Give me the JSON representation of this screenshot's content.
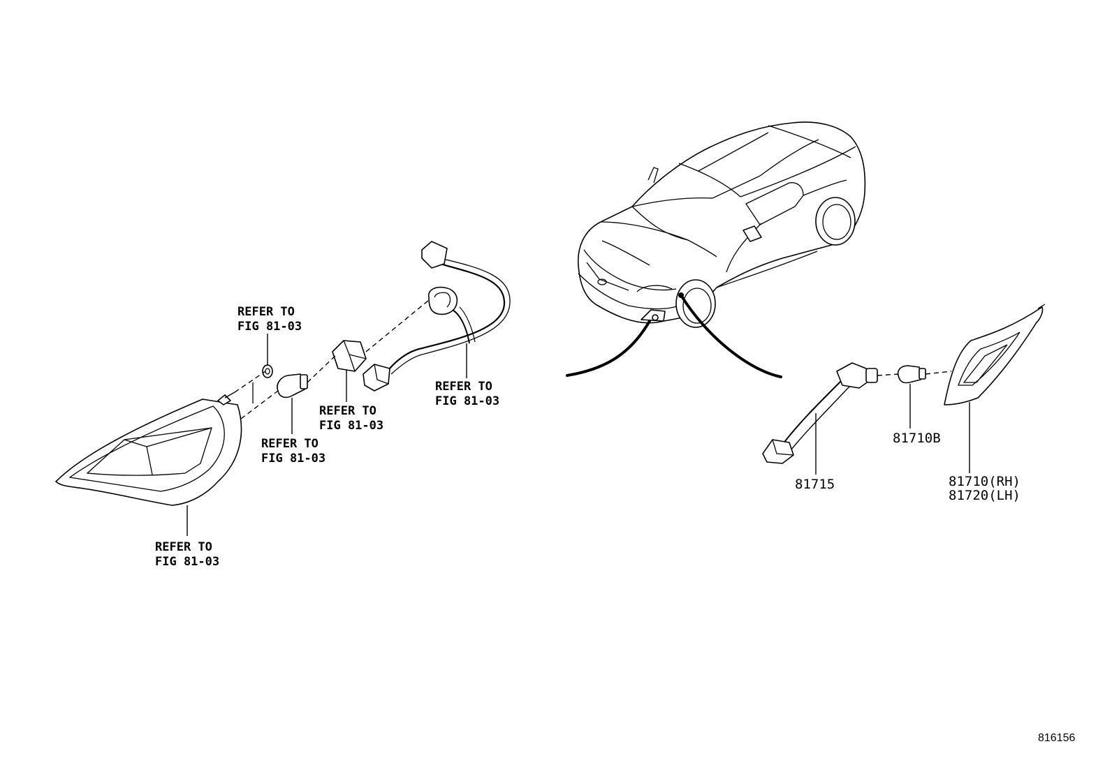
{
  "diagram": {
    "callouts": {
      "nut": {
        "line1": "REFER TO",
        "line2": "FIG 81-03"
      },
      "lamp_housing": {
        "line1": "REFER TO",
        "line2": "FIG 81-03"
      },
      "bulb": {
        "line1": "REFER TO",
        "line2": "FIG 81-03"
      },
      "socket": {
        "line1": "REFER TO",
        "line2": "FIG 81-03"
      },
      "wire_harness": {
        "line1": "REFER TO",
        "line2": "FIG 81-03"
      }
    },
    "parts": {
      "side_socket": "81715",
      "side_bulb": "81710B",
      "side_lamp_rh": "81710(RH)",
      "side_lamp_lh": "81720(LH)"
    },
    "figure_number": "816156"
  }
}
